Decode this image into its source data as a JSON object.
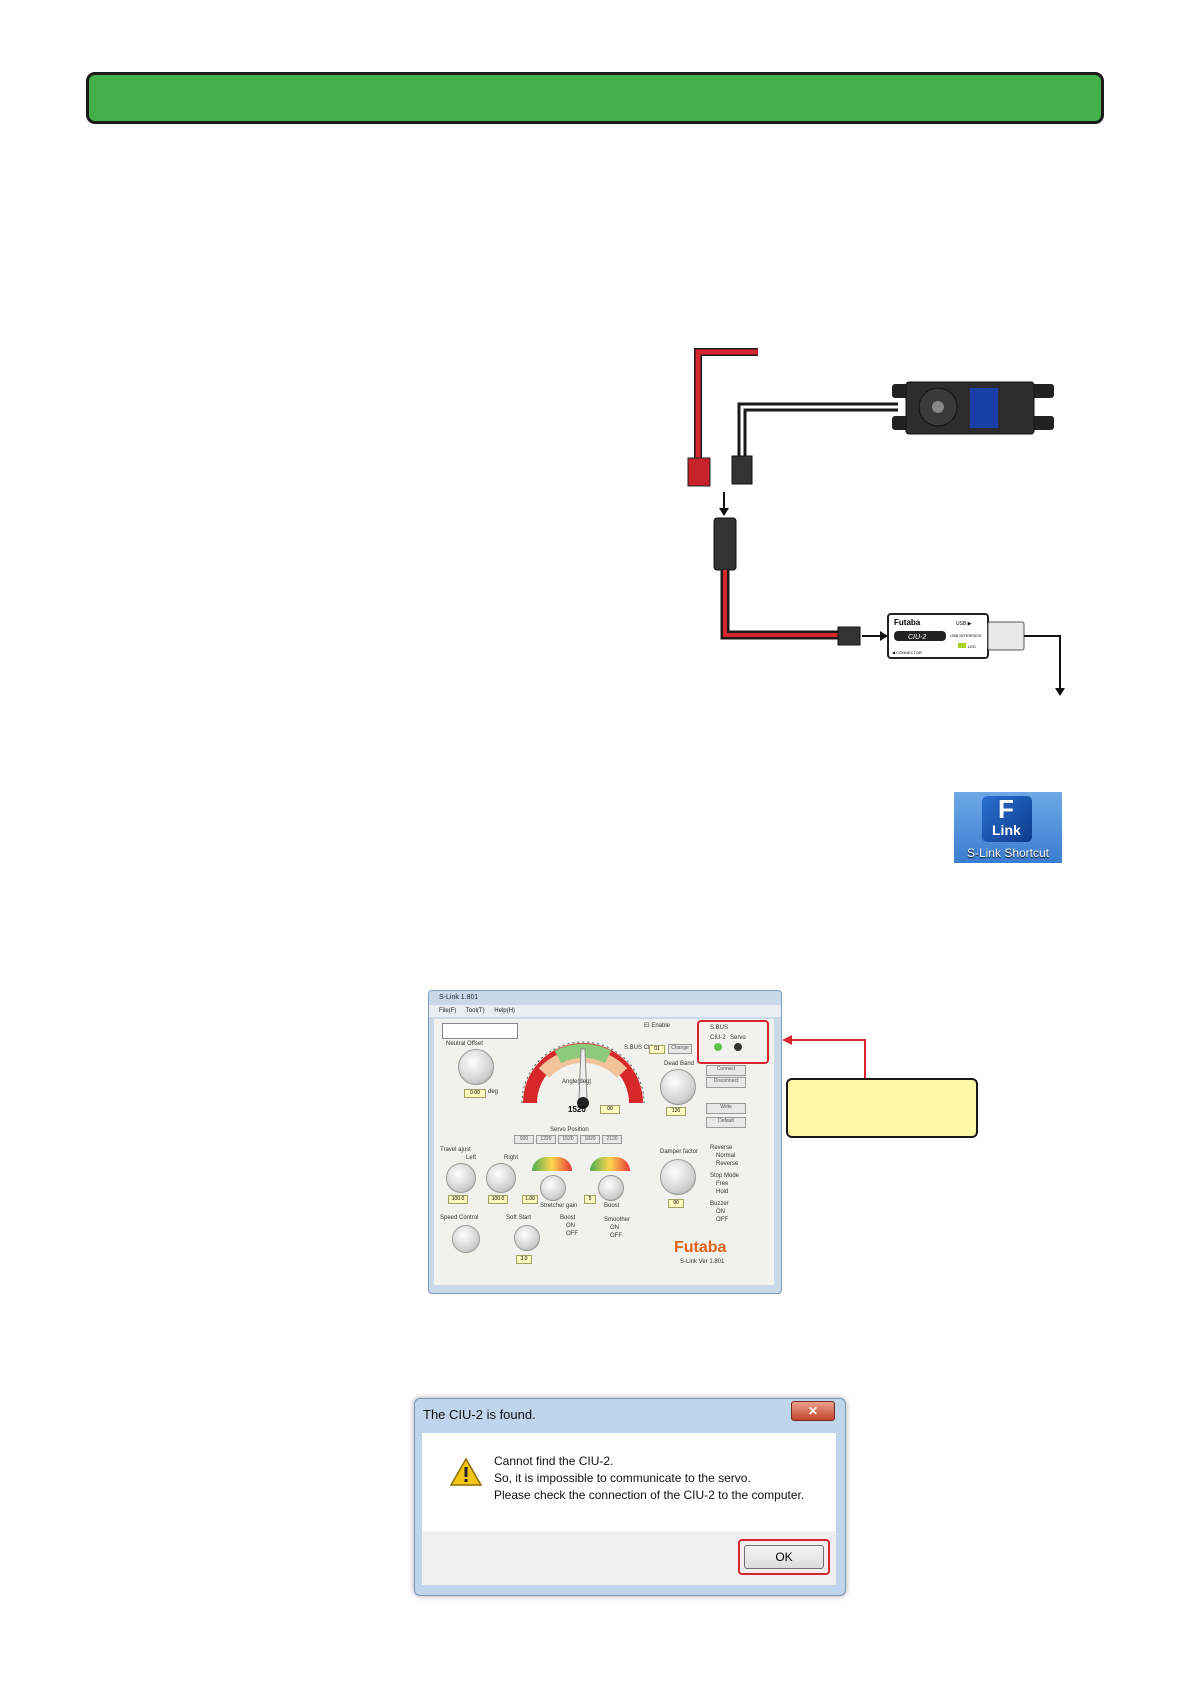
{
  "banner": {
    "color": "#45b04a"
  },
  "ciu": {
    "brand": "Futaba",
    "model": "CIU-2",
    "usb": "USB ▶",
    "usb_interface": "USB INTERFACE",
    "led": "LED",
    "connector": "◀ CONNECTOR"
  },
  "desktop_icon": {
    "label": "S-Link Shortcut",
    "logo_letter": "F",
    "logo_text": "Link"
  },
  "slink_window": {
    "title": "S-Link 1.801",
    "menu": [
      "File(F)",
      "Tool(T)",
      "Help(H)"
    ],
    "ei_enable": "EI Enable",
    "sbus_ch_label": "S.BUS CH",
    "sbus_ch_value": "01",
    "change": "Change",
    "sbus": "S.BUS",
    "ciu2": "CIU-2",
    "servo": "Servo",
    "connect": "Connect",
    "disconnect": "Disconnect",
    "dead_band": "Dead Band",
    "dead_band_value": "126",
    "write": "Write",
    "default": "Default",
    "neutral_offset": "Neutral Offset",
    "neutral_value": "0.00",
    "deg": "deg",
    "angle_label": "Angle(deg)",
    "readout": "1520",
    "percent_value": "00",
    "servo_position": "Servo Position",
    "positions": [
      "920",
      "1220",
      "1520",
      "1820",
      "2120"
    ],
    "travel_adjust": "Travel ajust",
    "left": "Left",
    "right": "Right",
    "travel_left": "100.0",
    "travel_right": "100.0",
    "stretcher_gain": "Stretcher gain",
    "stretcher_value": "1.00",
    "boost": "Boost",
    "boost_value": "5",
    "damper_factor": "Damper factor",
    "damper_value": "90",
    "reverse": "Reverse",
    "normal": "Normal",
    "reverse_opt": "Reverse",
    "stop_mode": "Stop Mode",
    "free": "Free",
    "hold": "Hold",
    "buzzer": "Buzzer",
    "on": "ON",
    "off": "OFF",
    "speed_control": "Speed Control",
    "soft_start": "Soft Start",
    "soft_value": "3.0",
    "boost2": "Boost",
    "smoother": "Smoother",
    "futaba": "Futaba",
    "version": "S-Link  Ver 1.801"
  },
  "dialog": {
    "title": "The CIU-2 is found.",
    "close": "✕",
    "line1": "Cannot find the CIU-2.",
    "line2": "So, it is impossible to communicate to the servo.",
    "line3": "Please check the connection of the CIU-2 to the computer.",
    "ok": "OK"
  }
}
